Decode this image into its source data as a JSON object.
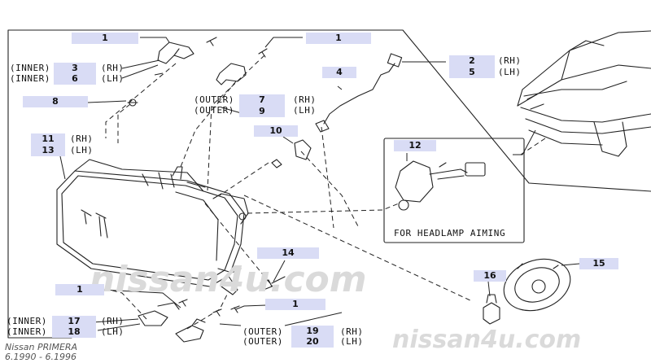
{
  "labels": {
    "p1a": "1",
    "p1b": "1",
    "p1c": "1",
    "p1d": "1",
    "p2": "2",
    "p3": "3",
    "p4": "4",
    "p5": "5",
    "p6": "6",
    "p7": "7",
    "p8": "8",
    "p9": "9",
    "p10": "10",
    "p11": "11",
    "p12": "12",
    "p13": "13",
    "p14": "14",
    "p15": "15",
    "p16": "16",
    "p17": "17",
    "p18": "18",
    "p19": "19",
    "p20": "20",
    "inner": "(INNER)",
    "outer": "(OUTER)",
    "rh": "(RH)",
    "lh": "(LH)"
  },
  "aiming_caption": "FOR HEADLAMP AIMING",
  "watermarks": {
    "center": "nissan4u.com",
    "corner": "nissan4u.com"
  },
  "footer": {
    "model": "Nissan PRIMERA",
    "dates": "6.1990 - 6.1996"
  }
}
